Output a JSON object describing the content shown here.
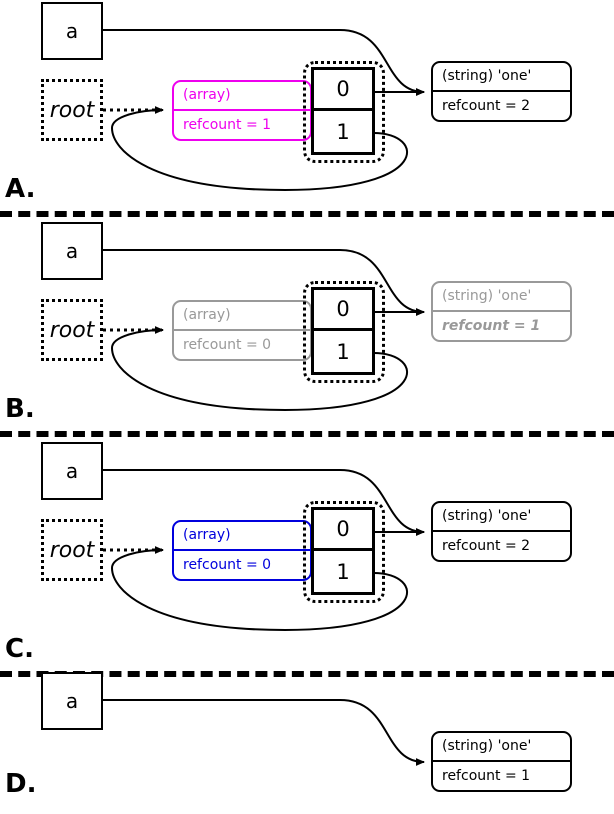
{
  "figure": {
    "type": "reference-counting-diagram",
    "colors": {
      "magenta": "#ee00ee",
      "blue": "#0000dd",
      "gray": "#999999",
      "black": "#000000"
    }
  },
  "panels": [
    {
      "label": "A.",
      "variable": {
        "name": "a"
      },
      "root": {
        "name": "root"
      },
      "array": {
        "type_label": "(array)",
        "refcount_label": "refcount = 1",
        "color": "#ee00ee",
        "cells": [
          "0",
          "1"
        ]
      },
      "string": {
        "type_label": "(string) 'one'",
        "refcount_label": "refcount = 2",
        "color": "#000000"
      }
    },
    {
      "label": "B.",
      "variable": {
        "name": "a"
      },
      "root": {
        "name": "root"
      },
      "array": {
        "type_label": "(array)",
        "refcount_label": "refcount = 0",
        "color": "#999999",
        "cells": [
          "0",
          "1"
        ]
      },
      "string": {
        "type_label": "(string) 'one'",
        "refcount_label": "refcount = 1",
        "color": "#999999"
      }
    },
    {
      "label": "C.",
      "variable": {
        "name": "a"
      },
      "root": {
        "name": "root"
      },
      "array": {
        "type_label": "(array)",
        "refcount_label": "refcount = 0",
        "color": "#0000dd",
        "cells": [
          "0",
          "1"
        ]
      },
      "string": {
        "type_label": "(string) 'one'",
        "refcount_label": "refcount = 2",
        "color": "#000000"
      }
    },
    {
      "label": "D.",
      "variable": {
        "name": "a"
      },
      "string": {
        "type_label": "(string) 'one'",
        "refcount_label": "refcount = 1",
        "color": "#000000"
      }
    }
  ]
}
